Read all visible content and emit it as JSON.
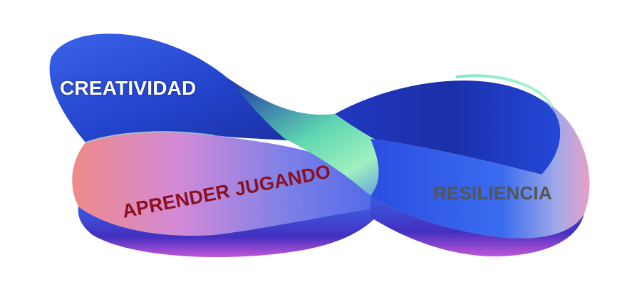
{
  "image": {
    "subject": "mobius-strip",
    "gradient_colors": [
      "#1a2fb0",
      "#2448d8",
      "#3a6cf0",
      "#5fd6b0",
      "#9ff0c0",
      "#e8a0c8",
      "#f08a8a",
      "#c055d8",
      "#6a2cc8"
    ]
  },
  "labels": {
    "creatividad": {
      "text": "CREATIVIDAD",
      "color": "#ffffff"
    },
    "aprender_jugando": {
      "text": "APRENDER JUGANDO",
      "color": "#8b1020"
    },
    "resiliencia": {
      "text": "RESILIENCIA",
      "color": "#555555"
    }
  }
}
